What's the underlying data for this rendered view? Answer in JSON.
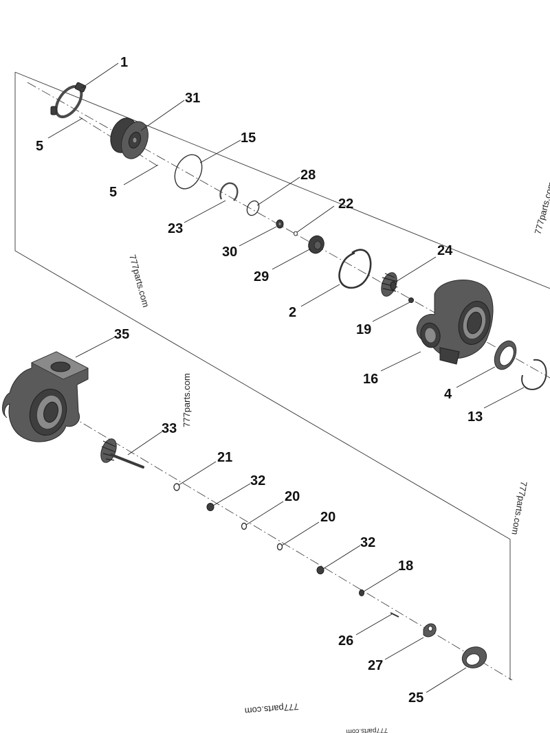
{
  "watermark": "777parts.com",
  "callouts": {
    "c1": "1",
    "c31": "31",
    "c15": "15",
    "c28": "28",
    "c22": "22",
    "c5a": "5",
    "c5b": "5",
    "c23": "23",
    "c30": "30",
    "c29": "29",
    "c2": "2",
    "c24": "24",
    "c19": "19",
    "c16": "16",
    "c4": "4",
    "c13": "13",
    "c35": "35",
    "c33": "33",
    "c21": "21",
    "c32a": "32",
    "c20a": "20",
    "c20b": "20",
    "c32b": "32",
    "c18": "18",
    "c26": "26",
    "c27": "27",
    "c25": "25"
  }
}
